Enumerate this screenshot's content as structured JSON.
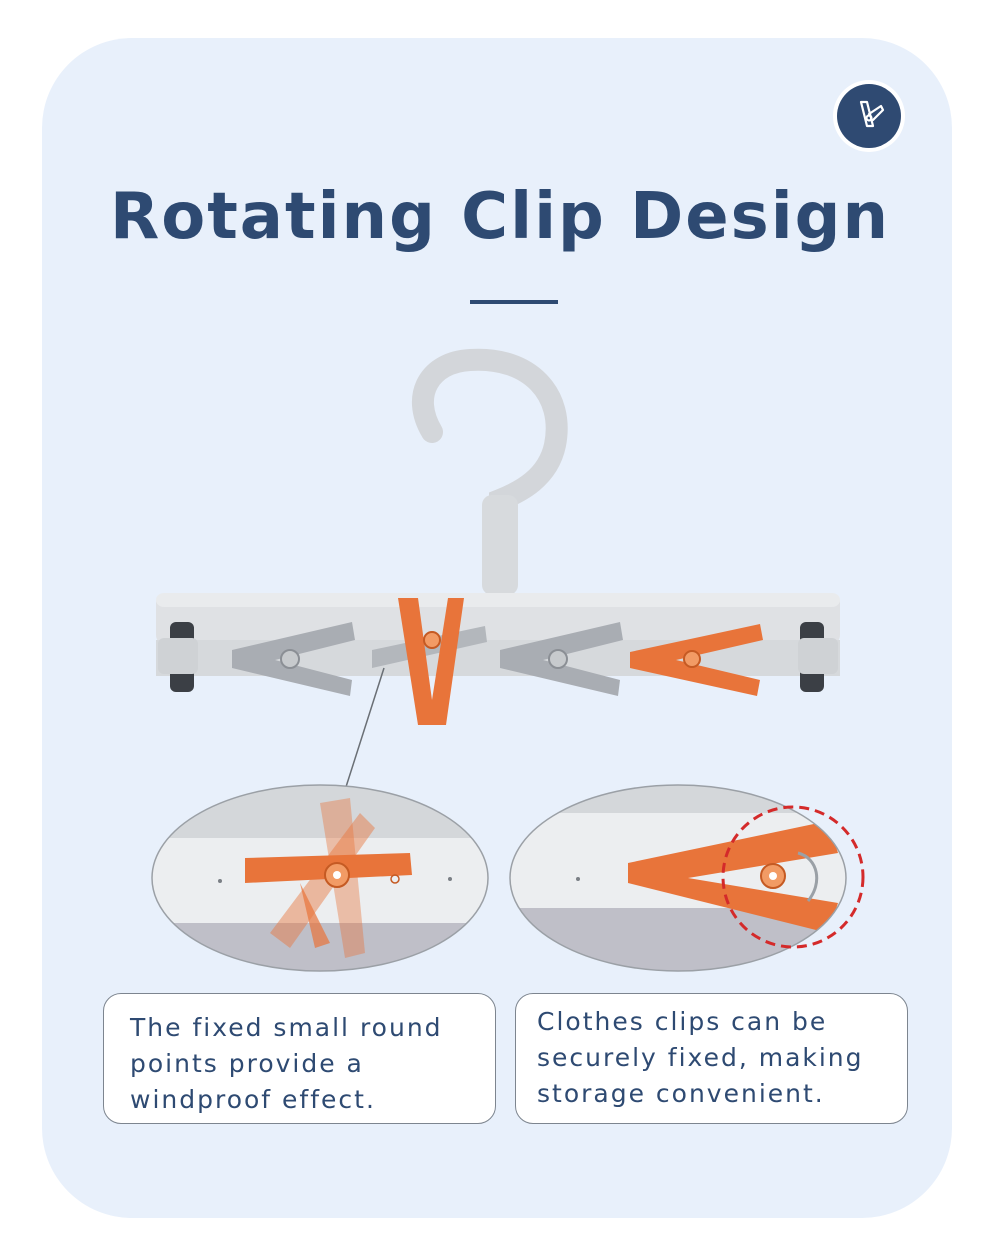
{
  "title": "Rotating Clip Design",
  "badge": {
    "icon": "clothespin-icon"
  },
  "product": {
    "name": "hanger-with-rotating-clips"
  },
  "captions": [
    {
      "lines": [
        "The fixed small round",
        "points provide a",
        "windproof effect."
      ]
    },
    {
      "lines": [
        "Clothes clips can be",
        "securely fixed, making",
        "storage convenient."
      ]
    }
  ],
  "colors": {
    "background": "#e8f0fb",
    "title": "#2e4a72",
    "clip_orange": "#e8743a",
    "clip_gray": "#a9adb3",
    "highlight_ring": "#d42a2a"
  }
}
